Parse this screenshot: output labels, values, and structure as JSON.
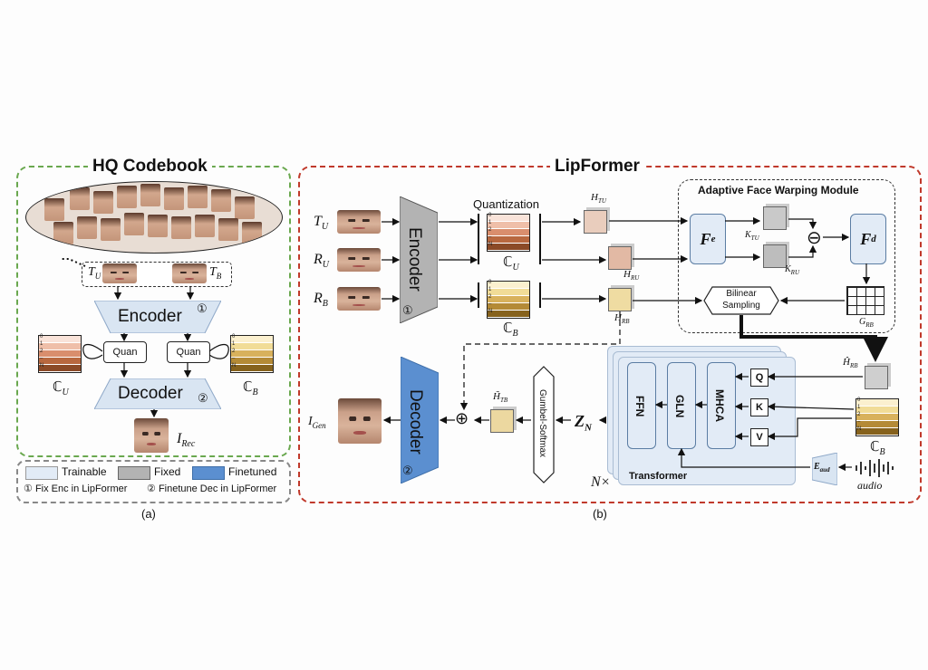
{
  "panel_a": {
    "title": "HQ Codebook",
    "tu": "T",
    "tu_sub": "U",
    "tb": "T",
    "tb_sub": "B",
    "encoder": "Encoder",
    "encoder_num": "①",
    "quan_left": "Quan",
    "quan_right": "Quan",
    "decoder": "Decoder",
    "decoder_num": "②",
    "cu": "ℂ",
    "cu_sub": "U",
    "cb": "ℂ",
    "cb_sub": "B",
    "irec": "I",
    "irec_sub": "Rec",
    "codebook_rows": [
      "0",
      "1",
      "2",
      "–",
      "N"
    ],
    "caption": "(a)"
  },
  "legend": {
    "trainable": "Trainable",
    "fixed": "Fixed",
    "finetuned": "Finetuned",
    "note1_num": "①",
    "note1": "Fix Enc in LipFormer",
    "note2_num": "②",
    "note2": "Finetune Dec in LipFormer",
    "colors": {
      "trainable": "#e2ebf6",
      "fixed": "#b3b3b3",
      "finetuned": "#5b8fd0"
    }
  },
  "panel_b": {
    "title": "LipFormer",
    "inputs": [
      {
        "main": "T",
        "sub": "U"
      },
      {
        "main": "R",
        "sub": "U"
      },
      {
        "main": "R",
        "sub": "B"
      }
    ],
    "encoder": "Encoder",
    "encoder_num": "①",
    "quantization": "Quantization",
    "cu": "ℂ",
    "cu_sub": "U",
    "cb": "ℂ",
    "cb_sub": "B",
    "h_tu": "H",
    "h_tu_sub": "TU",
    "h_ru": "H",
    "h_ru_sub": "RU",
    "h_rb": "H",
    "h_rb_sub": "RB",
    "afwm_title": "Adaptive Face Warping Module",
    "fe": "F",
    "fe_sub": "e",
    "fd": "F",
    "fd_sub": "d",
    "k_tu": "K",
    "k_tu_sub": "TU",
    "k_ru": "K",
    "k_ru_sub": "RU",
    "minus": "⊖",
    "bilinear": "Bilinear Sampling",
    "g_rb": "G",
    "g_rb_sub": "RB",
    "hhat_rb": "Ĥ",
    "hhat_rb_sub": "RB",
    "q": "Q",
    "k": "K",
    "v": "V",
    "mhca": "MHCA",
    "gln": "GLN",
    "ffn": "FFN",
    "transformer": "Transformer",
    "nx": "N×",
    "e_aud": "E",
    "e_aud_sub": "aud",
    "audio": "audio",
    "cb2": "ℂ",
    "cb2_sub": "B",
    "zn": "Z",
    "zn_sub": "N",
    "gumbel": "Gumbel-Softmax",
    "htilde": "H̃",
    "htilde_sub": "TB",
    "plus": "⊕",
    "decoder": "Decoder",
    "decoder_num": "②",
    "igen": "I",
    "igen_sub": "Gen",
    "codebook_rows": [
      "0",
      "1",
      "2",
      "–",
      "N"
    ],
    "caption": "(b)"
  }
}
